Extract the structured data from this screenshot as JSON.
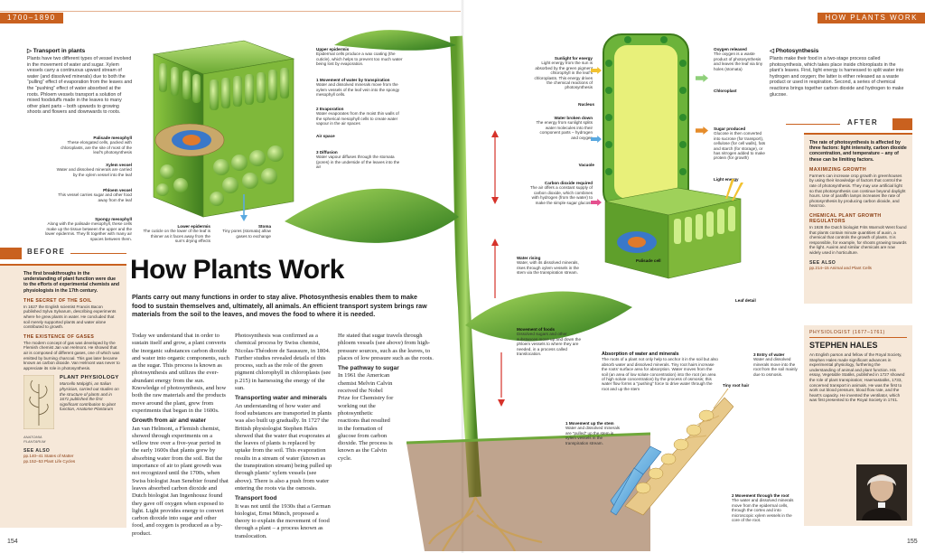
{
  "header": {
    "left_dates": "1700–1890",
    "right_title": "HOW PLANTS WORK"
  },
  "page_numbers": {
    "left": "154",
    "right": "155"
  },
  "title": "How Plants Work",
  "intro": "Plants carry out many functions in order to stay alive. Photosynthesis enables them to make food to sustain themselves and, ultimately, all animals. An efficient transport system brings raw materials from the soil to the leaves, and moves the food to where it is needed.",
  "transport": {
    "title": "Transport in plants",
    "text": "Plants have two different types of vessel involved in the movement of water and sugar. Xylem vessels carry a continuous upward stream of water (and dissolved minerals) due to both the “pulling” effect of evaporation from the leaves and the “pushing” effect of water absorbed at the roots. Phloem vessels transport a solution of mixed foodstuffs made in the leaves to many other plant parts – both upwards to growing shoots and flowers and downwards to roots."
  },
  "leaf_labels": {
    "palisade": {
      "h": "Palisade mesophyll",
      "t": "These elongated cells, packed with chloroplasts, are the site of most of the leaf’s photosynthesis"
    },
    "xylem": {
      "h": "Xylem vessel",
      "t": "Water and dissolved minerals are carried by the xylem vessel into the leaf"
    },
    "phloem": {
      "h": "Phloem vessel",
      "t": "This vessel carries sugar and other food away from the leaf"
    },
    "spongy": {
      "h": "Spongy mesophyll",
      "t": "Along with the palisade mesophyll, these cells make up the tissue between the upper and the lower epidermis. They fit together with many air spaces between them."
    },
    "lower_epidermis": {
      "h": "Lower epidermis",
      "t": "The cuticle on the lower of the leaf is thinner as it faces away from the sun’s drying effects"
    },
    "stoma": {
      "h": "Stoma",
      "t": "Tiny pores (stomata) allow gases to exchange"
    },
    "upper_epidermis": {
      "h": "Upper epidermis",
      "t": "Epidermal cells produce a wax coating (the cuticle), which helps to prevent too much water being lost by evaporation."
    },
    "step1": {
      "h": "1 Movement of water by transpiration",
      "t": "Water and dissolved minerals move from the xylem vessels of the leaf vein into the spongy mesophyll cells."
    },
    "step2": {
      "h": "2 Evaporation",
      "t": "Water evaporates from the moist thin walls of the spherical mesophyll cells to create water vapour in the air spaces"
    },
    "air_space": {
      "h": "Air space",
      "t": ""
    },
    "step3": {
      "h": "3 Diffusion",
      "t": "Water vapour diffuses through the stomata (pores) in the underside of the leaves into the air"
    }
  },
  "before": {
    "label": "BEFORE",
    "lead": "The first breakthroughs in the understanding of plant function were due to the efforts of experimental chemists and physiologists in the 17th century.",
    "sec1_title": "THE SECRET OF THE SOIL",
    "sec1_text": "In 1627 the English scientist Francis Bacon published Sylva Sylvarum, describing experiments where he grew plants in water. He concluded that soil merely supported plants and water alone contributed to growth.",
    "sec2_title": "THE EXISTENCE OF GASES",
    "sec2_text": "The modern concept of gas was developed by the Flemish chemist Jan van Helmont. He showed that air is composed of different gases, one of which was emitted by burning charcoal. This gas later became known as carbon dioxide. Van Helmont was never to appreciate its role in photosynthesis.",
    "plant_title": "PLANT PHYSIOLOGY",
    "plant_text": "Marcello Malpighi, an Italian physician, carried out studies on the structure of plants and in 1671 published the first significant contribution to plant function, Anatome Plantarum",
    "caption": "ANATOMIA PLANTARUM",
    "see_also": "SEE ALSO",
    "see_refs": [
      "pp.140–41  States of Matter",
      "pp.152–53  Plant Life Cycles"
    ]
  },
  "body_col1": [
    "Today we understand that in order to sustain itself and grow, a plant converts the inorganic substances carbon dioxide and water into organic components, such as the sugar. This process is known as photosynthesis and utilizes the ever-abundant energy from the sun. Knowledge of photosynthesis, and how both the raw materials and the products move around the plant, grew from experiments that began in the 1600s.",
    "Growth from air and water",
    "Jan van Helmont, a Flemish chemist, showed through experiments on a willow tree over a five-year period in the early 1600s that plants grew by absorbing water from the soil. But the importance of air to plant growth was not recognized until the 1700s, when Swiss biologist Jean Senebier found that leaves absorbed carbon dioxide and Dutch biologist Jan Ingenhousz found they gave off oxygen when exposed to light. Light provides energy to convert carbon dioxide into sugar and other food, and oxygen is produced as a by-product."
  ],
  "body_col2": [
    "Photosynthesis was confirmed as a chemical process by Swiss chemist, Nicolas-Théodore de Saussure, in 1804. Further studies revealed details of this process, such as the role of the green pigment chlorophyll in chloroplasts (see p.215) in harnessing the energy of the sun.",
    "Transporting water and minerals",
    "An understanding of how water and food substances are transported in plants was also built up gradually. In 1727 the British physiologist Stephen Hales showed that the water that evaporates at the leaves of plants is replaced by uptake from the soil. This evaporation results in a stream of water (known as the transpiration stream) being pulled up through plants’ xylem vessels (see above). There is also a push from water entering the roots via the osmosis.",
    "Transport food",
    "It was not until the 1930s that a German biologist, Ernst Münch, proposed a theory to explain the movement of food through a plant – a process known as translocation."
  ],
  "body_col3": [
    "He stated that sugar travels through phloem vessels (see above) from high-pressure sources, such as the leaves, to places of low pressure such as the roots.",
    "The pathway to sugar",
    "In 1961 the American chemist Melvin Calvin received the Nobel Prize for Chemistry for working out the photosynthetic reactions that resulted in the formation of glucose from carbon dioxide. The process is known as the Calvin cycle."
  ],
  "center_labels": {
    "sunlight": {
      "h": "Sunlight for energy",
      "t": "Light energy from the sun is absorbed by the green pigment chlorophyll in the leaf’s chloroplasts. This energy drives the chemical reactions of photosynthesis"
    },
    "nucleus": {
      "h": "Nucleus",
      "t": ""
    },
    "water_broken": {
      "h": "Water broken down",
      "t": "The energy from sunlight splits water molecules into their component parts – hydrogen and oxygen"
    },
    "vacuole": {
      "h": "Vacuole",
      "t": ""
    },
    "co2": {
      "h": "Carbon dioxide required",
      "t": "The air offers a constant supply of carbon dioxide, which combines with hydrogen (from the water) to make the simple sugar glucose"
    },
    "water_rising": {
      "h": "Water rising",
      "t": "Water, with its dissolved minerals, rises through xylem vessels in the stem via the transpiration stream."
    },
    "movement_foods": {
      "h": "Movement of foods",
      "t": "Dissolved sugars and other substances move up and down the phloem vessels to where they are needed, in a process called translocation."
    }
  },
  "right_labels": {
    "oxygen": {
      "h": "Oxygen released",
      "t": "The oxygen is a waste product of photosynthesis and leaves the leaf via tiny holes (stomata)"
    },
    "chloroplast": {
      "h": "Chloroplast",
      "t": ""
    },
    "sugar": {
      "h": "Sugar produced",
      "t": "Glucose is then converted into sucrose (for transport), cellulose (for cell walls), fats and starch (for storage), or has nitrogen added to make protein (for growth)"
    },
    "light_energy": {
      "h": "Light energy",
      "t": ""
    },
    "palisade_cell": {
      "h": "Palisade cell",
      "t": ""
    },
    "leaf_detail": {
      "h": "Leaf detail",
      "t": ""
    }
  },
  "photosynthesis": {
    "title": "Photosynthesis",
    "text": "Plants make their food in a two-stage process called photosynthesis, which takes place inside chloroplasts in the plant’s leaves. First, light energy is harnessed to split water into hydrogen and oxygen; the latter is either released as a waste product or used in respiration. Second, a series of chemical reactions brings together carbon dioxide and hydrogen to make glucose."
  },
  "after": {
    "label": "AFTER",
    "lead": "The rate of photosynthesis is affected by three factors: light intensity, carbon dioxide concentration, and temperature – any of these can be limiting factors.",
    "sec1_title": "MAXIMIZING GROWTH",
    "sec1_text": "Farmers can increase crop growth in greenhouses by using their knowledge of factors that control the rate of photosynthesis. They may use artificial light so that photosynthesis can continue beyond daylight hours. Use of paraffin lamps increases the rate of photosynthesis by producing carbon dioxide, and heat too.",
    "sec2_title": "CHEMICAL PLANT GROWTH REGULATORS",
    "sec2_text": "In 1928 the Dutch biologist Frits Warmolt Went found that plants contain minute quantities of auxin, a chemical that controls the growth of plants. It is responsible, for example, for shoots growing towards the light. Auxins and similar chemicals are now widely used in horticulture.",
    "see_also": "SEE ALSO",
    "see_refs": [
      "pp.214–15  Animal and Plant Cells"
    ]
  },
  "root_labels": {
    "absorption": {
      "h": "Absorption of water and minerals",
      "t": "The roots of a plant not only help to anchor it in the soil but also absorb water and dissolved minerals. Tiny root hairs increase the roots’ surface area for absorption. Water moves from the soil (an area of low solute concentration) into the root (an area of high solute concentration) by the process of osmosis; this water flow forms a “pushing” force to drive water through the root and up the stem"
    },
    "step3": {
      "h": "3 Entry of water",
      "t": "Water and dissolved minerals move into the root from the soil mainly due to osmosis."
    },
    "root_hair": {
      "h": "Tiny root hair",
      "t": ""
    },
    "step1": {
      "h": "1 Movement up the stem",
      "t": "Water and dissolved minerals are “pulled” up the stem in xylem vessels in the transpiration stream."
    },
    "step2": {
      "h": "2 Movement through the root",
      "t": "The water and dissolved minerals move from the epidermal cells, through the cortex and into microscopic xylem vessels in the core of the root."
    }
  },
  "physiologist": {
    "label": "PHYSIOLOGIST (1677–1761)",
    "name": "STEPHEN HALES",
    "text": "An English parson and fellow of the Royal Society, Stephen Hales made significant advances in experimental physiology, furthering the understanding of animal and plant function. His essay, Vegetable Statiks, published in 1727 showed the role of plant transpiration; Haemastatiks, 1733, concerned transport in animals. He was the first to work out blood pressure, blood flow rate, and the heart’s capacity. He invented the ventilator, which was first presented to the Royal Society in 1741."
  },
  "colors": {
    "accent": "#c9611f",
    "sidebox": "#f6e8d9",
    "leaf_green": "#3f8f2a",
    "cell_green": "#8cc63f",
    "arrow_red": "#d6322a",
    "xylem_blue": "#5aa9e0"
  }
}
